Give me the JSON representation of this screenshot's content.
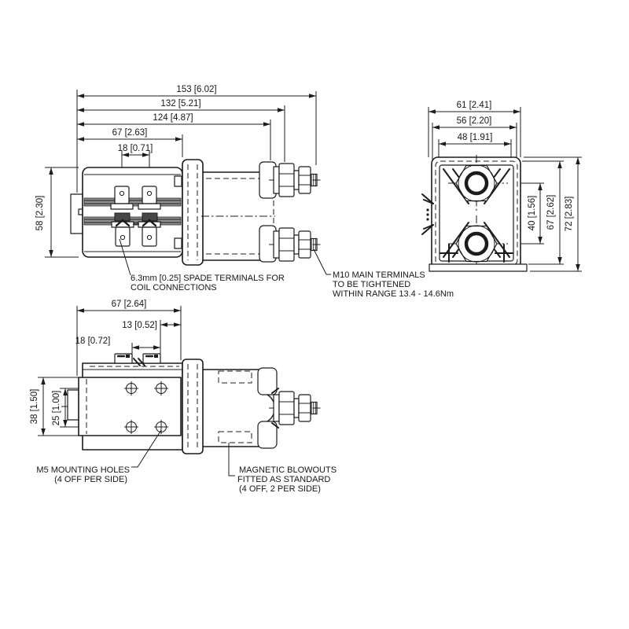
{
  "colors": {
    "background": "#ffffff",
    "line": "#1c1c1c",
    "coil_band": "#8f8f8f"
  },
  "views": {
    "side": {
      "dims": {
        "overall_length": "153 [6.02]",
        "to_outer_nut": "132 [5.21]",
        "to_inner_nut": "124 [4.87]",
        "coil_length": "67 [2.63]",
        "spade_spacing": "18 [0.71]",
        "body_height": "58 [2.30]"
      }
    },
    "end": {
      "dims": {
        "overall_width": "61 [2.41]",
        "body_width": "56 [2.20]",
        "terminal_area_width": "48 [1.91]",
        "terminal_spacing": "40 [1.56]",
        "body_height": "67 [2.62]",
        "overall_height": "72 [2.83]"
      }
    },
    "top": {
      "dims": {
        "coil_length": "67 [2.64]",
        "spade_edge_offset": "13 [0.52]",
        "spade_spacing": "18 [0.72]",
        "mounting_plate_width": "38 [1.50]",
        "mounting_hole_spacing": "25 [1.00]"
      }
    }
  },
  "notes": {
    "spade_terminals": {
      "line1": "6.3mm [0.25] SPADE TERMINALS FOR",
      "line2": "COIL CONNECTIONS"
    },
    "main_terminals": {
      "line1": "M10 MAIN TERMINALS",
      "line2": "TO BE TIGHTENED",
      "line3": "WITHIN RANGE 13.4 - 14.6Nm"
    },
    "mounting_holes": {
      "line1": "M5 MOUNTING HOLES",
      "line2": "(4 OFF PER SIDE)"
    },
    "magnetic_blowouts": {
      "line1": "MAGNETIC BLOWOUTS",
      "line2": "FITTED AS STANDARD",
      "line3": "(4 OFF, 2 PER SIDE)"
    }
  }
}
